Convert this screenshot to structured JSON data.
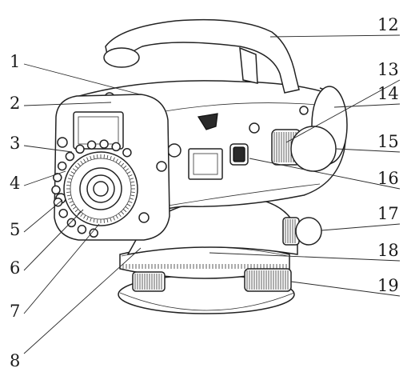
{
  "figure": {
    "callouts": [
      {
        "id": "1",
        "label": "1"
      },
      {
        "id": "2",
        "label": "2"
      },
      {
        "id": "3",
        "label": "3"
      },
      {
        "id": "4",
        "label": "4"
      },
      {
        "id": "5",
        "label": "5"
      },
      {
        "id": "6",
        "label": "6"
      },
      {
        "id": "7",
        "label": "7"
      },
      {
        "id": "8",
        "label": "8"
      },
      {
        "id": "12",
        "label": "12"
      },
      {
        "id": "13",
        "label": "13"
      },
      {
        "id": "14",
        "label": "14"
      },
      {
        "id": "15",
        "label": "15"
      },
      {
        "id": "16",
        "label": "16"
      },
      {
        "id": "17",
        "label": "17"
      },
      {
        "id": "18",
        "label": "18"
      },
      {
        "id": "19",
        "label": "19"
      }
    ]
  }
}
